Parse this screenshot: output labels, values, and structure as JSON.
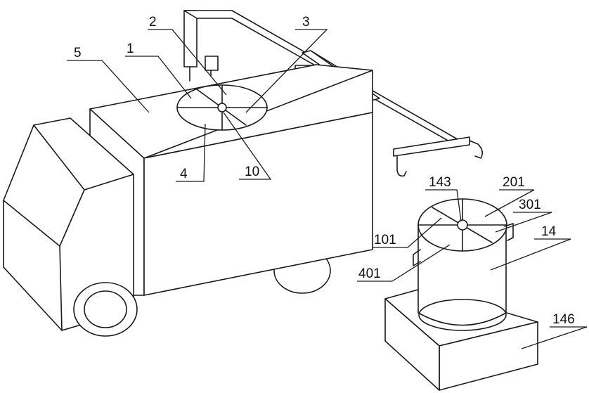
{
  "figure": {
    "labels": {
      "l1": "1",
      "l2": "2",
      "l3": "3",
      "l4": "4",
      "l5": "5",
      "l10": "10",
      "l14": "14",
      "l101": "101",
      "l143": "143",
      "l146": "146",
      "l201": "201",
      "l301": "301",
      "l401": "401"
    },
    "line_color": "#1a1a1a",
    "background": "#ffffff"
  }
}
